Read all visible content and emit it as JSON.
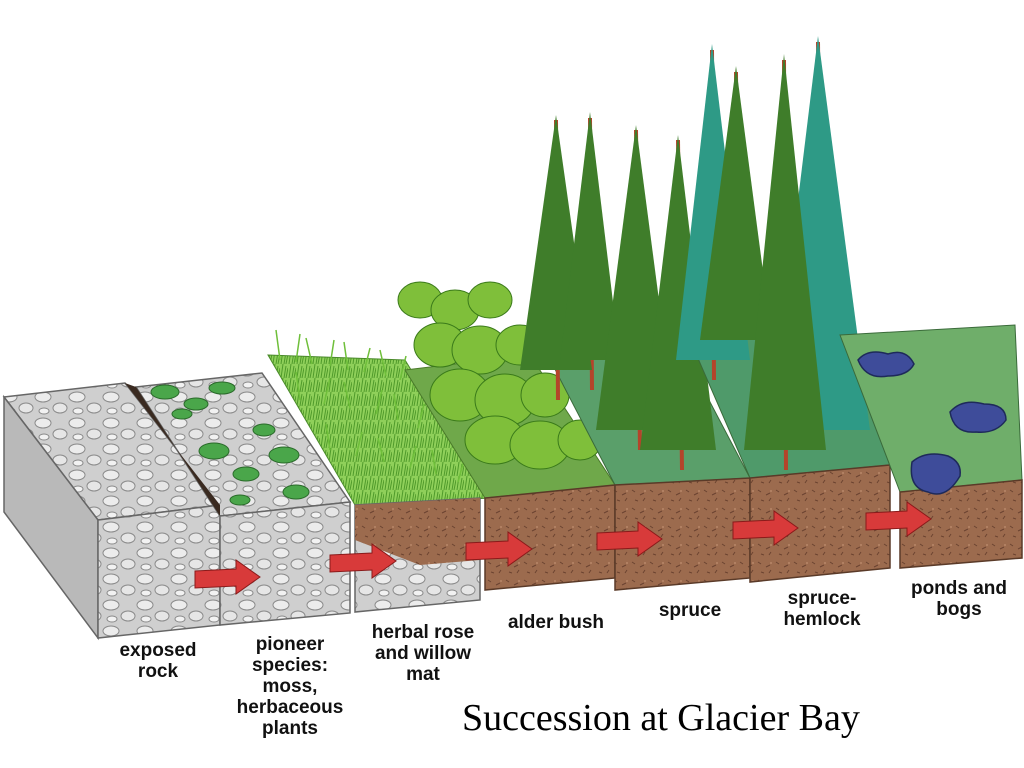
{
  "title": "Succession at Glacier Bay",
  "stages": [
    {
      "label": "exposed\nrock"
    },
    {
      "label": "pioneer\nspecies:\nmoss,\nherbaceous\nplants"
    },
    {
      "label": "herbal rose\nand willow\nmat"
    },
    {
      "label": "alder bush"
    },
    {
      "label": "spruce"
    },
    {
      "label": "spruce-\nhemlock"
    },
    {
      "label": "ponds and\nbogs"
    }
  ],
  "colors": {
    "rock_top": "#d9d9d9",
    "rock_front": "#bdbdbd",
    "soil": "#9c6b4e",
    "soil_dark": "#7a4e36",
    "grass": "#7cc04a",
    "moss": "#4aa64a",
    "forest_floor": "#5a9f6a",
    "bog_floor": "#6fae6a",
    "water": "#3e4c9a",
    "arrow": "#d83a3a",
    "trunk": "#b4442a",
    "spruce_foliage": "#3f7d2a",
    "hemlock_foliage": "#2e9a86"
  }
}
